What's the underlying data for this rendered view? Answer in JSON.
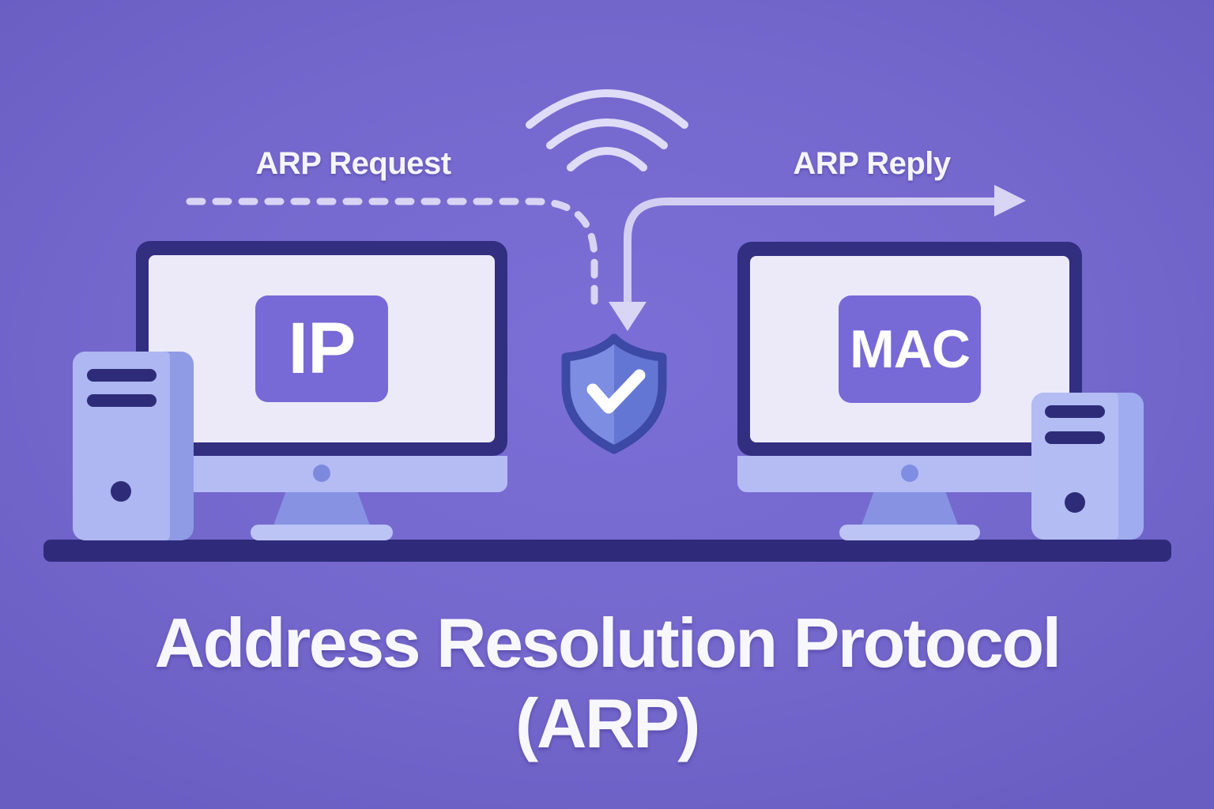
{
  "diagram": {
    "title": {
      "line1": "Address Resolution Protocol",
      "line2": "(ARP)"
    },
    "flows": [
      {
        "label": "ARP Request",
        "style": "dashed-arrow"
      },
      {
        "label": "ARP Reply",
        "style": "solid-arrow"
      }
    ],
    "devices": [
      {
        "position": "left",
        "screen_label": "IP"
      },
      {
        "position": "right",
        "screen_label": "MAC"
      }
    ],
    "icons": [
      {
        "name": "wifi-icon"
      },
      {
        "name": "shield-check-icon"
      }
    ],
    "colors": {
      "background": "#7468cd",
      "desk": "#2f2b7a",
      "monitor_bezel": "#322f80",
      "monitor_screen": "#eceaf8",
      "monitor_chin": "#b5bcf4",
      "label_badge": "#7769d6",
      "tower_body": "#aeb7f1",
      "tower_shade": "#8f9be4",
      "detail_navy": "#2e2c78",
      "arrow_light": "#d8d5f4",
      "shield_border": "#3c49a5",
      "shield_fill_left": "#7c8de2",
      "shield_fill_right": "#6476d3",
      "text": "#f8f7fe"
    }
  }
}
